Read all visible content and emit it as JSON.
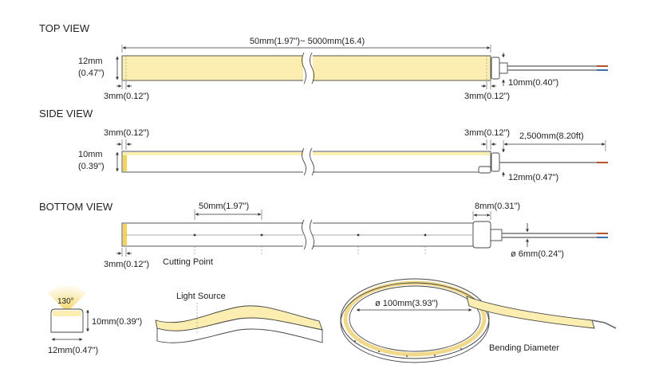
{
  "top_view": {
    "heading": "TOP VIEW",
    "length": "50mm(1.97\")~ 5000mm(16.4)",
    "width": "12mm",
    "width_in": "(0.47\")",
    "end_left": "3mm(0.12\")",
    "end_right": "3mm(0.12\")",
    "connector": "10mm(0.40\")"
  },
  "side_view": {
    "heading": "SIDE VIEW",
    "end_left": "3mm(0.12\")",
    "end_right": "3mm(0.12\")",
    "cable": "2,500mm(8.20ft)",
    "height": "10mm",
    "height_in": "(0.39\")",
    "connector": "12mm(0.47\")"
  },
  "bottom_view": {
    "heading": "BOTTOM VIEW",
    "pitch": "50mm(1.97\")",
    "end_cap": "8mm(0.31\")",
    "end_left": "3mm(0.12\")",
    "cutting_point": "Cutting Point",
    "cable_dia": "ø 6mm(0.24\")"
  },
  "cross_section": {
    "angle": "130°",
    "height": "10mm(0.39\")",
    "width": "12mm(0.47\")"
  },
  "light_source": "Light Source",
  "bending": {
    "diameter": "ø 100mm(3.93\")",
    "label": "Bending Diameter"
  },
  "colors": {
    "led": "#fbeeb0",
    "glow": "#f5d35a",
    "outline": "#444444",
    "cable_red": "#b5532b",
    "cable_blue": "#3f6fb0"
  }
}
